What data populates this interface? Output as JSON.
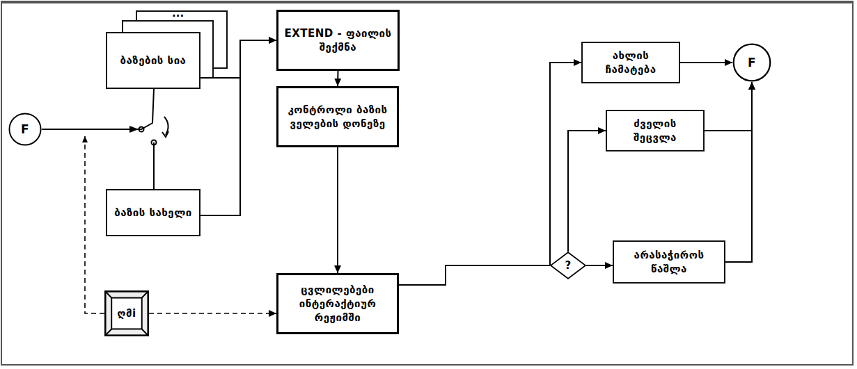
{
  "diagram": {
    "nodes": [
      {
        "text": [
          "ბაზების სია"
        ]
      },
      {
        "text": [
          "ბაზის სახელი"
        ]
      },
      {
        "text": [
          "F"
        ]
      },
      {
        "text": [
          "ღმi"
        ]
      },
      {
        "text": [
          "EXTEND - ფაილის შექმნა"
        ]
      },
      {
        "text": [
          "კონტროლი ბაზის ველების დონეზე"
        ]
      },
      {
        "text": [
          "ცვლილებები ინტერაქტიურ რეჟიმში"
        ]
      },
      {
        "text": [
          "ახლის ჩამატება"
        ]
      },
      {
        "text": [
          "F"
        ]
      },
      {
        "text": [
          "ძველის შეცვლა"
        ]
      },
      {
        "text": [
          "?"
        ]
      },
      {
        "text": [
          "არასაჭიროს წაშლა"
        ]
      }
    ],
    "edges": [
      {
        "from": 2,
        "to": 0,
        "arrow": "none"
      },
      {
        "from": 2,
        "to": 1,
        "arrow": "none"
      },
      {
        "from": 0,
        "to": 4,
        "arrow": "to"
      },
      {
        "from": 1,
        "to": 4,
        "arrow": "to"
      },
      {
        "from": 4,
        "to": 5,
        "arrow": "to"
      },
      {
        "from": 5,
        "to": 6,
        "arrow": "to"
      },
      {
        "from": 3,
        "to": 6,
        "arrow": "to"
      },
      {
        "from": 6,
        "to": 10,
        "arrow": "none"
      },
      {
        "from": 10,
        "to": 7,
        "arrow": "to"
      },
      {
        "from": 10,
        "to": 9,
        "arrow": "to"
      },
      {
        "from": 10,
        "to": 11,
        "arrow": "to"
      },
      {
        "from": 7,
        "to": 8,
        "arrow": "to"
      },
      {
        "from": 9,
        "to": 8,
        "arrow": "to"
      },
      {
        "from": 11,
        "to": 8,
        "arrow": "to"
      }
    ],
    "labels": [
      "..."
    ]
  }
}
